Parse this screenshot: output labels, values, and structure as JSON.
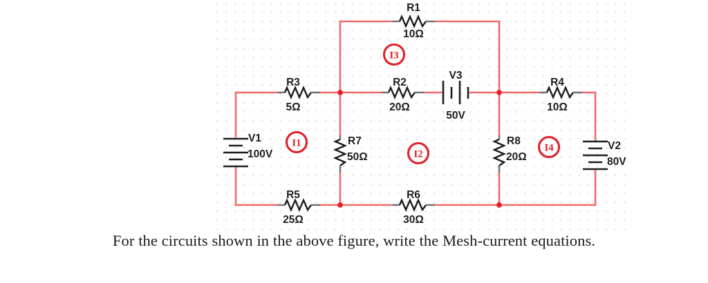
{
  "figure": {
    "type": "circuit-schematic",
    "title_caption": "For the circuits shown in the above figure, write the Mesh-current equations.",
    "wire_color": "#ef6b6b",
    "node_color": "#e8202a",
    "mesh_color": "#e02129",
    "component_color": "#1c1c1c",
    "grid_dot_color": "#d9d9de"
  },
  "components": {
    "resistors": [
      {
        "id": "R1",
        "name": "R1",
        "value": "10Ω",
        "ohms": 10,
        "orientation": "horizontal",
        "position": "top-branch"
      },
      {
        "id": "R2",
        "name": "R2",
        "value": "20Ω",
        "ohms": 20,
        "orientation": "horizontal",
        "position": "middle-rail-left-of-V3"
      },
      {
        "id": "R3",
        "name": "R3",
        "value": "5Ω",
        "ohms": 5,
        "orientation": "horizontal",
        "position": "middle-rail-far-left"
      },
      {
        "id": "R4",
        "name": "R4",
        "value": "10Ω",
        "ohms": 10,
        "orientation": "horizontal",
        "position": "middle-rail-far-right"
      },
      {
        "id": "R5",
        "name": "R5",
        "value": "25Ω",
        "ohms": 25,
        "orientation": "horizontal",
        "position": "bottom-rail-left"
      },
      {
        "id": "R6",
        "name": "R6",
        "value": "30Ω",
        "ohms": 30,
        "orientation": "horizontal",
        "position": "bottom-rail-center"
      },
      {
        "id": "R7",
        "name": "R7",
        "value": "50Ω",
        "ohms": 50,
        "orientation": "vertical",
        "position": "center-left-branch"
      },
      {
        "id": "R8",
        "name": "R8",
        "value": "20Ω",
        "ohms": 20,
        "orientation": "vertical",
        "position": "center-right-branch"
      }
    ],
    "sources": [
      {
        "id": "V1",
        "name": "V1",
        "value": "100V",
        "volts": 100,
        "orientation": "vertical",
        "position": "left-rail",
        "symbol": "battery"
      },
      {
        "id": "V2",
        "name": "V2",
        "value": "80V",
        "volts": 80,
        "orientation": "vertical",
        "position": "right-rail",
        "symbol": "battery"
      },
      {
        "id": "V3",
        "name": "V3",
        "value": "50V",
        "volts": 50,
        "orientation": "horizontal",
        "position": "middle-rail-right-of-R2",
        "symbol": "battery"
      }
    ]
  },
  "meshes": [
    {
      "id": "I1",
      "label": "I1",
      "loop": "left"
    },
    {
      "id": "I2",
      "label": "I2",
      "loop": "bottom-center"
    },
    {
      "id": "I3",
      "label": "I3",
      "loop": "top"
    },
    {
      "id": "I4",
      "label": "I4",
      "loop": "right"
    }
  ],
  "caption": {
    "text": "For the circuits shown in the above figure, write the Mesh-current equations."
  }
}
